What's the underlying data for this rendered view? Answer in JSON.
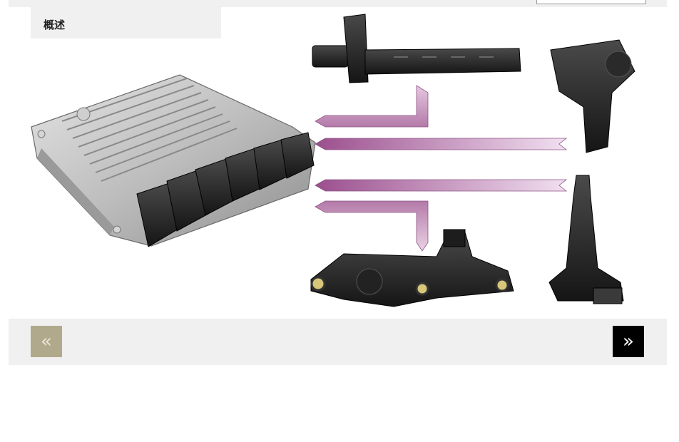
{
  "header": {
    "breadcrumb": "",
    "title": "概述"
  },
  "navigation": {
    "prev_label": "«",
    "next_label": "»"
  },
  "colors": {
    "panel_bg": "#f0f0f0",
    "prev_button_bg": "#b0a98c",
    "next_button_bg": "#000000",
    "arrow_dark": "#9b4f8e",
    "arrow_light": "#eed8ea"
  },
  "diagram": {
    "components": [
      "control-unit",
      "crankshaft-sensor",
      "pressure-sensor",
      "throttle-sensor",
      "oil-level-sensor"
    ]
  }
}
